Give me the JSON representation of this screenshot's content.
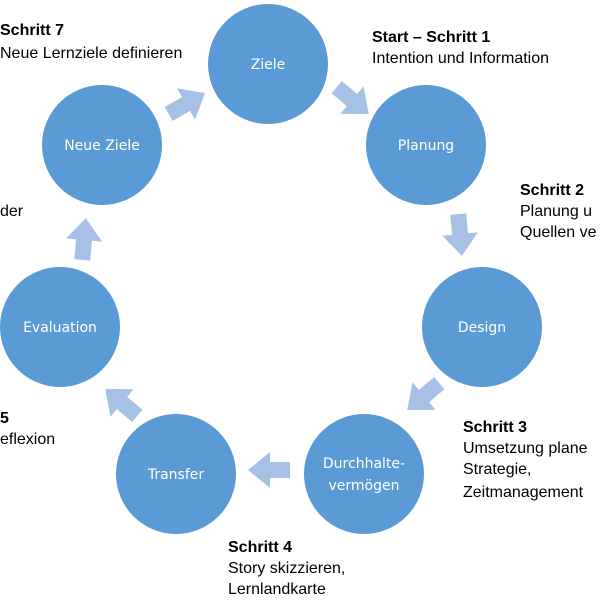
{
  "colors": {
    "node_fill": "#5b9bd5",
    "arrow_fill": "#a6c1e5",
    "text": "#000000",
    "node_text": "#ffffff"
  },
  "nodes": [
    {
      "id": "ziele",
      "label": "Ziele"
    },
    {
      "id": "planung",
      "label": "Planung"
    },
    {
      "id": "design",
      "label": "Design"
    },
    {
      "id": "durchhaltevermoegen",
      "label_line1": "Durchhalte-",
      "label_line2": "vermögen"
    },
    {
      "id": "transfer",
      "label": "Transfer"
    },
    {
      "id": "evaluation",
      "label": "Evaluation"
    },
    {
      "id": "neue-ziele",
      "label": "Neue Ziele"
    }
  ],
  "steps": {
    "step1": {
      "title": "Start – Schritt 1",
      "lines": [
        "Intention und Information"
      ]
    },
    "step2": {
      "title": "Schritt 2",
      "lines": [
        "Planung u",
        "Quellen ve"
      ]
    },
    "step3": {
      "title": "Schritt 3",
      "lines": [
        "Umsetzung plane",
        "Strategie,",
        "Zeitmanagement"
      ]
    },
    "step4": {
      "title": "Schritt 4",
      "lines": [
        "Story skizzieren,",
        "Lernlandkarte"
      ]
    },
    "step5": {
      "title": "5",
      "lines": [
        "eflexion"
      ]
    },
    "step6": {
      "lines": [
        "der"
      ]
    },
    "step7": {
      "title": "Schritt 7",
      "lines": [
        "Neue Lernziele definieren"
      ]
    }
  }
}
